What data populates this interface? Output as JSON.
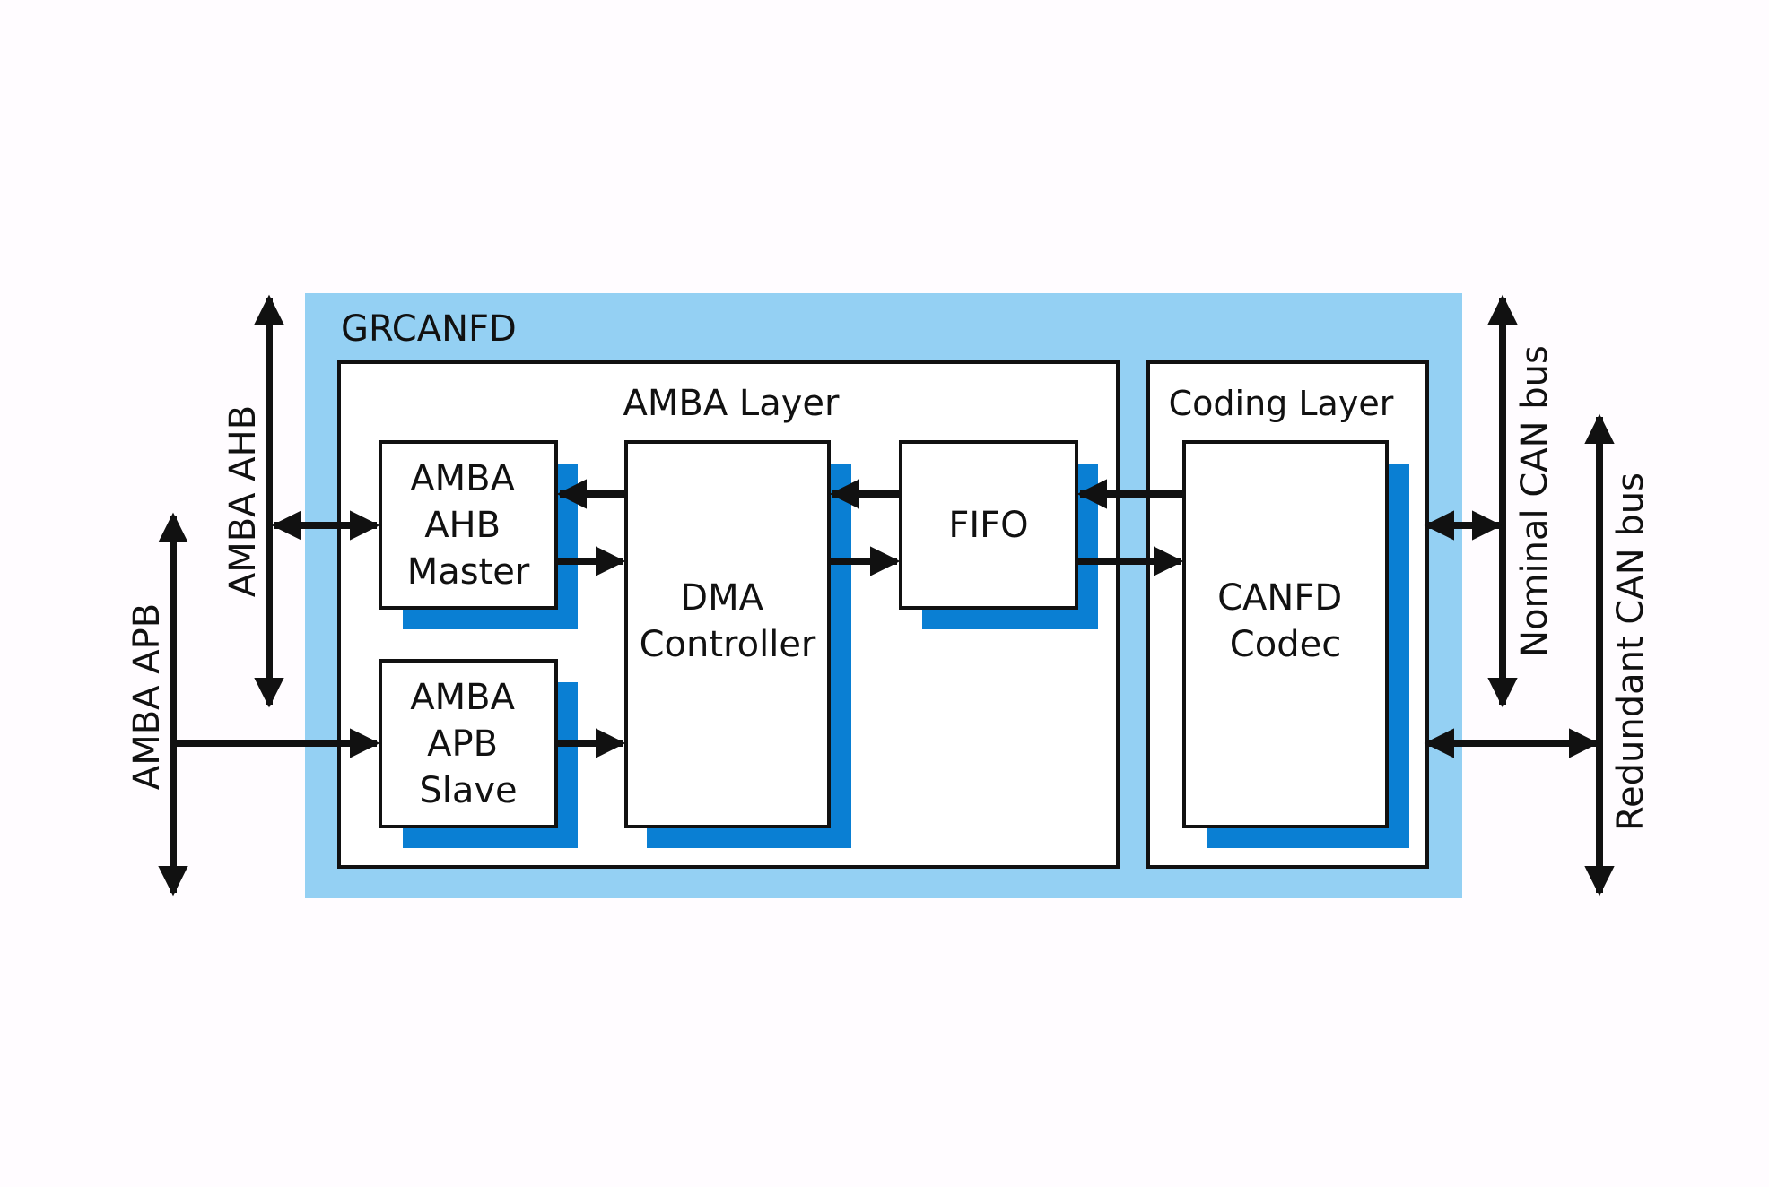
{
  "diagram": {
    "title": "GRCANFD",
    "amba_layer": {
      "label": "AMBA Layer",
      "ahb_master": [
        "AMBA",
        "AHB",
        "Master"
      ],
      "apb_slave": [
        "AMBA",
        "APB",
        "Slave"
      ],
      "dma": [
        "DMA",
        "Controller"
      ],
      "fifo": "FIFO"
    },
    "coding_layer": {
      "label": "Coding Layer",
      "codec": [
        "CANFD",
        "Codec"
      ]
    },
    "buses": {
      "ahb": "AMBA AHB",
      "apb": "AMBA APB",
      "nominal": "Nominal CAN bus",
      "redundant": "Redundant CAN bus"
    }
  },
  "colors": {
    "outer_fill": "#94d0f3",
    "shadow": "#0a7fd3",
    "stroke": "#111111",
    "box_fill": "#ffffff"
  }
}
